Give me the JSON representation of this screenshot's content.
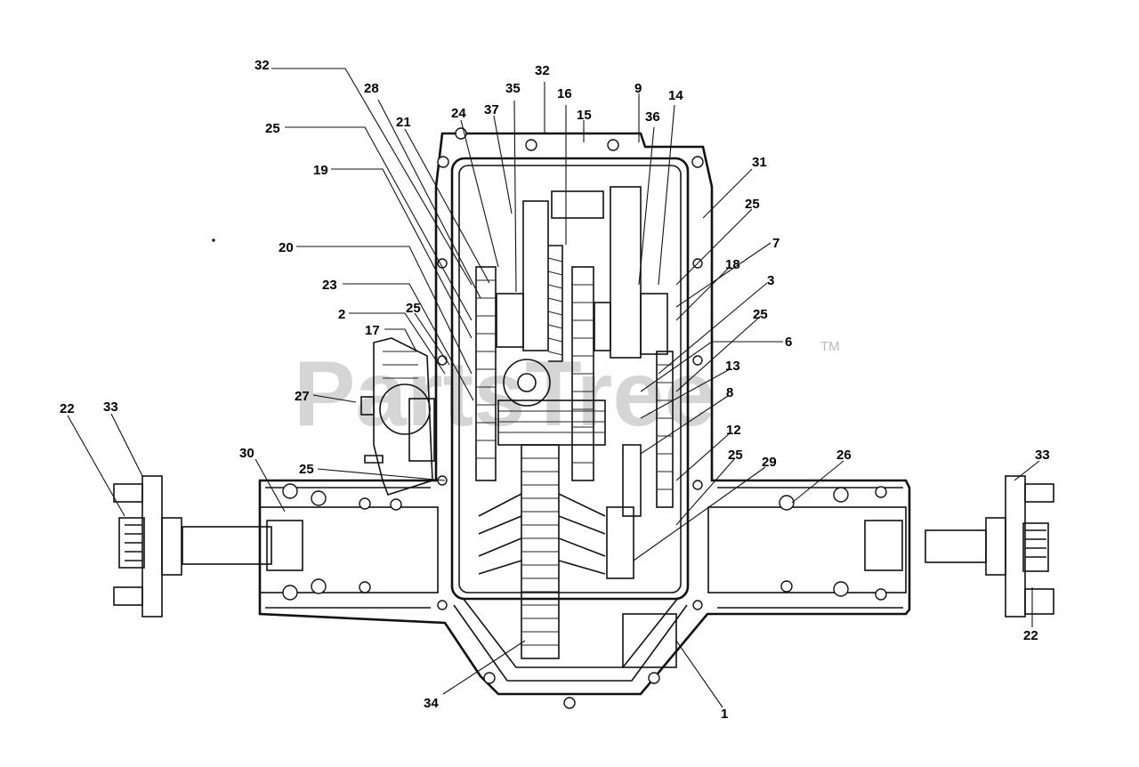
{
  "watermark": {
    "text": "PartsTree",
    "mark": "TM"
  },
  "callouts": [
    {
      "id": "c32a",
      "label": "32"
    },
    {
      "id": "c32b",
      "label": "32"
    },
    {
      "id": "c35",
      "label": "35"
    },
    {
      "id": "c16",
      "label": "16"
    },
    {
      "id": "c9",
      "label": "9"
    },
    {
      "id": "c14",
      "label": "14"
    },
    {
      "id": "c28",
      "label": "28"
    },
    {
      "id": "c24",
      "label": "24"
    },
    {
      "id": "c37",
      "label": "37"
    },
    {
      "id": "c15",
      "label": "15"
    },
    {
      "id": "c36",
      "label": "36"
    },
    {
      "id": "c25a",
      "label": "25"
    },
    {
      "id": "c21",
      "label": "21"
    },
    {
      "id": "c31",
      "label": "31"
    },
    {
      "id": "c19",
      "label": "19"
    },
    {
      "id": "c25b",
      "label": "25"
    },
    {
      "id": "c20",
      "label": "20"
    },
    {
      "id": "c7",
      "label": "7"
    },
    {
      "id": "c18",
      "label": "18"
    },
    {
      "id": "c23",
      "label": "23"
    },
    {
      "id": "c3",
      "label": "3"
    },
    {
      "id": "c2",
      "label": "2"
    },
    {
      "id": "c25c",
      "label": "25"
    },
    {
      "id": "c25d",
      "label": "25"
    },
    {
      "id": "c17",
      "label": "17"
    },
    {
      "id": "c6",
      "label": "6"
    },
    {
      "id": "c13",
      "label": "13"
    },
    {
      "id": "c27",
      "label": "27"
    },
    {
      "id": "c8",
      "label": "8"
    },
    {
      "id": "c22a",
      "label": "22"
    },
    {
      "id": "c33a",
      "label": "33"
    },
    {
      "id": "c12",
      "label": "12"
    },
    {
      "id": "c30",
      "label": "30"
    },
    {
      "id": "c26",
      "label": "26"
    },
    {
      "id": "c33b",
      "label": "33"
    },
    {
      "id": "c25e",
      "label": "25"
    },
    {
      "id": "c29",
      "label": "29"
    },
    {
      "id": "c25f",
      "label": "25"
    },
    {
      "id": "c22b",
      "label": "22"
    },
    {
      "id": "c34",
      "label": "34"
    },
    {
      "id": "c1",
      "label": "1"
    }
  ]
}
